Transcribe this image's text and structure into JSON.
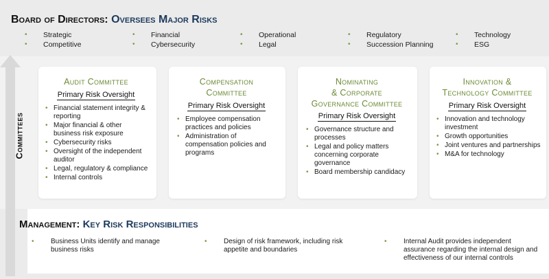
{
  "board": {
    "title": "Board of Directors:",
    "subtitle": "Oversees Major Risks",
    "risk_columns": [
      [
        "Strategic",
        "Competitive"
      ],
      [
        "Financial",
        "Cybersecurity"
      ],
      [
        "Operational",
        "Legal"
      ],
      [
        "Regulatory",
        "Succession Planning"
      ],
      [
        "Technology",
        "ESG"
      ]
    ]
  },
  "committees_label": "Committees",
  "committees": [
    {
      "title_lines": [
        "Audit Committee"
      ],
      "subtitle": "Primary Risk Oversight",
      "items": [
        "Financial statement integrity & reporting",
        "Major financial & other business risk exposure",
        "Cybersecurity risks",
        "Oversight of the independent auditor",
        "Legal, regulatory & compliance",
        "Internal controls"
      ]
    },
    {
      "title_lines": [
        "Compensation",
        "Committee"
      ],
      "subtitle": "Primary Risk Oversight",
      "items": [
        "Employee compensation practices and policies",
        "Administration of compensation policies and programs"
      ]
    },
    {
      "title_lines": [
        "Nominating",
        "& Corporate",
        "Governance Committee"
      ],
      "subtitle": "Primary Risk Oversight",
      "items": [
        "Governance structure and processes",
        "Legal and policy matters concerning corporate governance",
        "Board membership candidacy"
      ]
    },
    {
      "title_lines": [
        "Innovation &",
        "Technology Committee"
      ],
      "subtitle": "Primary Risk Oversight",
      "items": [
        "Innovation and technology investment",
        "Growth opportunities",
        "Joint ventures and partnerships",
        "M&A for technology"
      ]
    }
  ],
  "management": {
    "title": "Management:",
    "subtitle": "Key Risk Responsibilities",
    "items": [
      "Business Units identify and manage business risks",
      "Design of risk framework, including risk appetite and boundaries",
      "Internal Audit provides independent assurance regarding the internal design and effectiveness of our internal controls"
    ]
  }
}
